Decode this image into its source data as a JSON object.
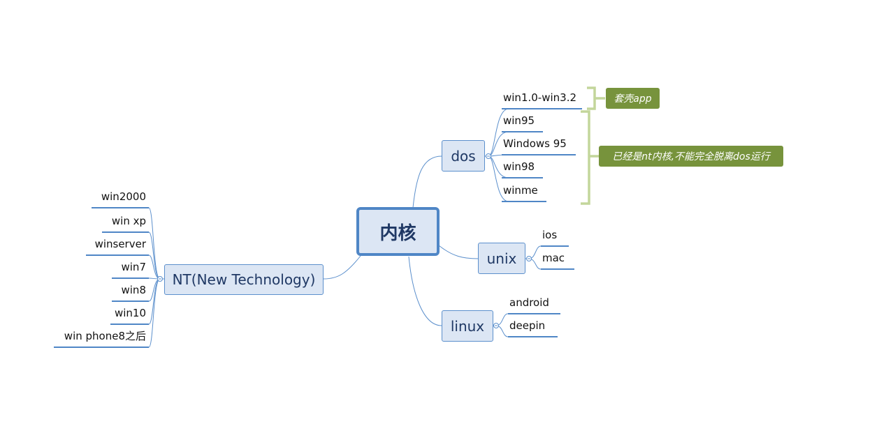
{
  "central": {
    "label": "内核"
  },
  "branches": {
    "dos": {
      "label": "dos",
      "children": [
        "win1.0-win3.2",
        "win95",
        "Windows 95",
        "win98",
        "winme"
      ]
    },
    "unix": {
      "label": "unix",
      "children": [
        "ios",
        "mac"
      ]
    },
    "linux": {
      "label": "linux",
      "children": [
        "android",
        "deepin"
      ]
    },
    "nt": {
      "label": "NT(New Technology)",
      "children": [
        "win2000",
        "win xp",
        "winserver",
        "win7",
        "win8",
        "win10",
        "win phone8之后"
      ]
    }
  },
  "notes": {
    "shell": "套壳app",
    "nt_kernel": "已经是nt内核,不能完全脱离dos运行"
  },
  "colors": {
    "connector": "#5b8fcc",
    "node_fill": "#dce6f4",
    "node_border": "#4f86c6",
    "bracket": "#c3d69b",
    "note_fill": "#77933c"
  }
}
